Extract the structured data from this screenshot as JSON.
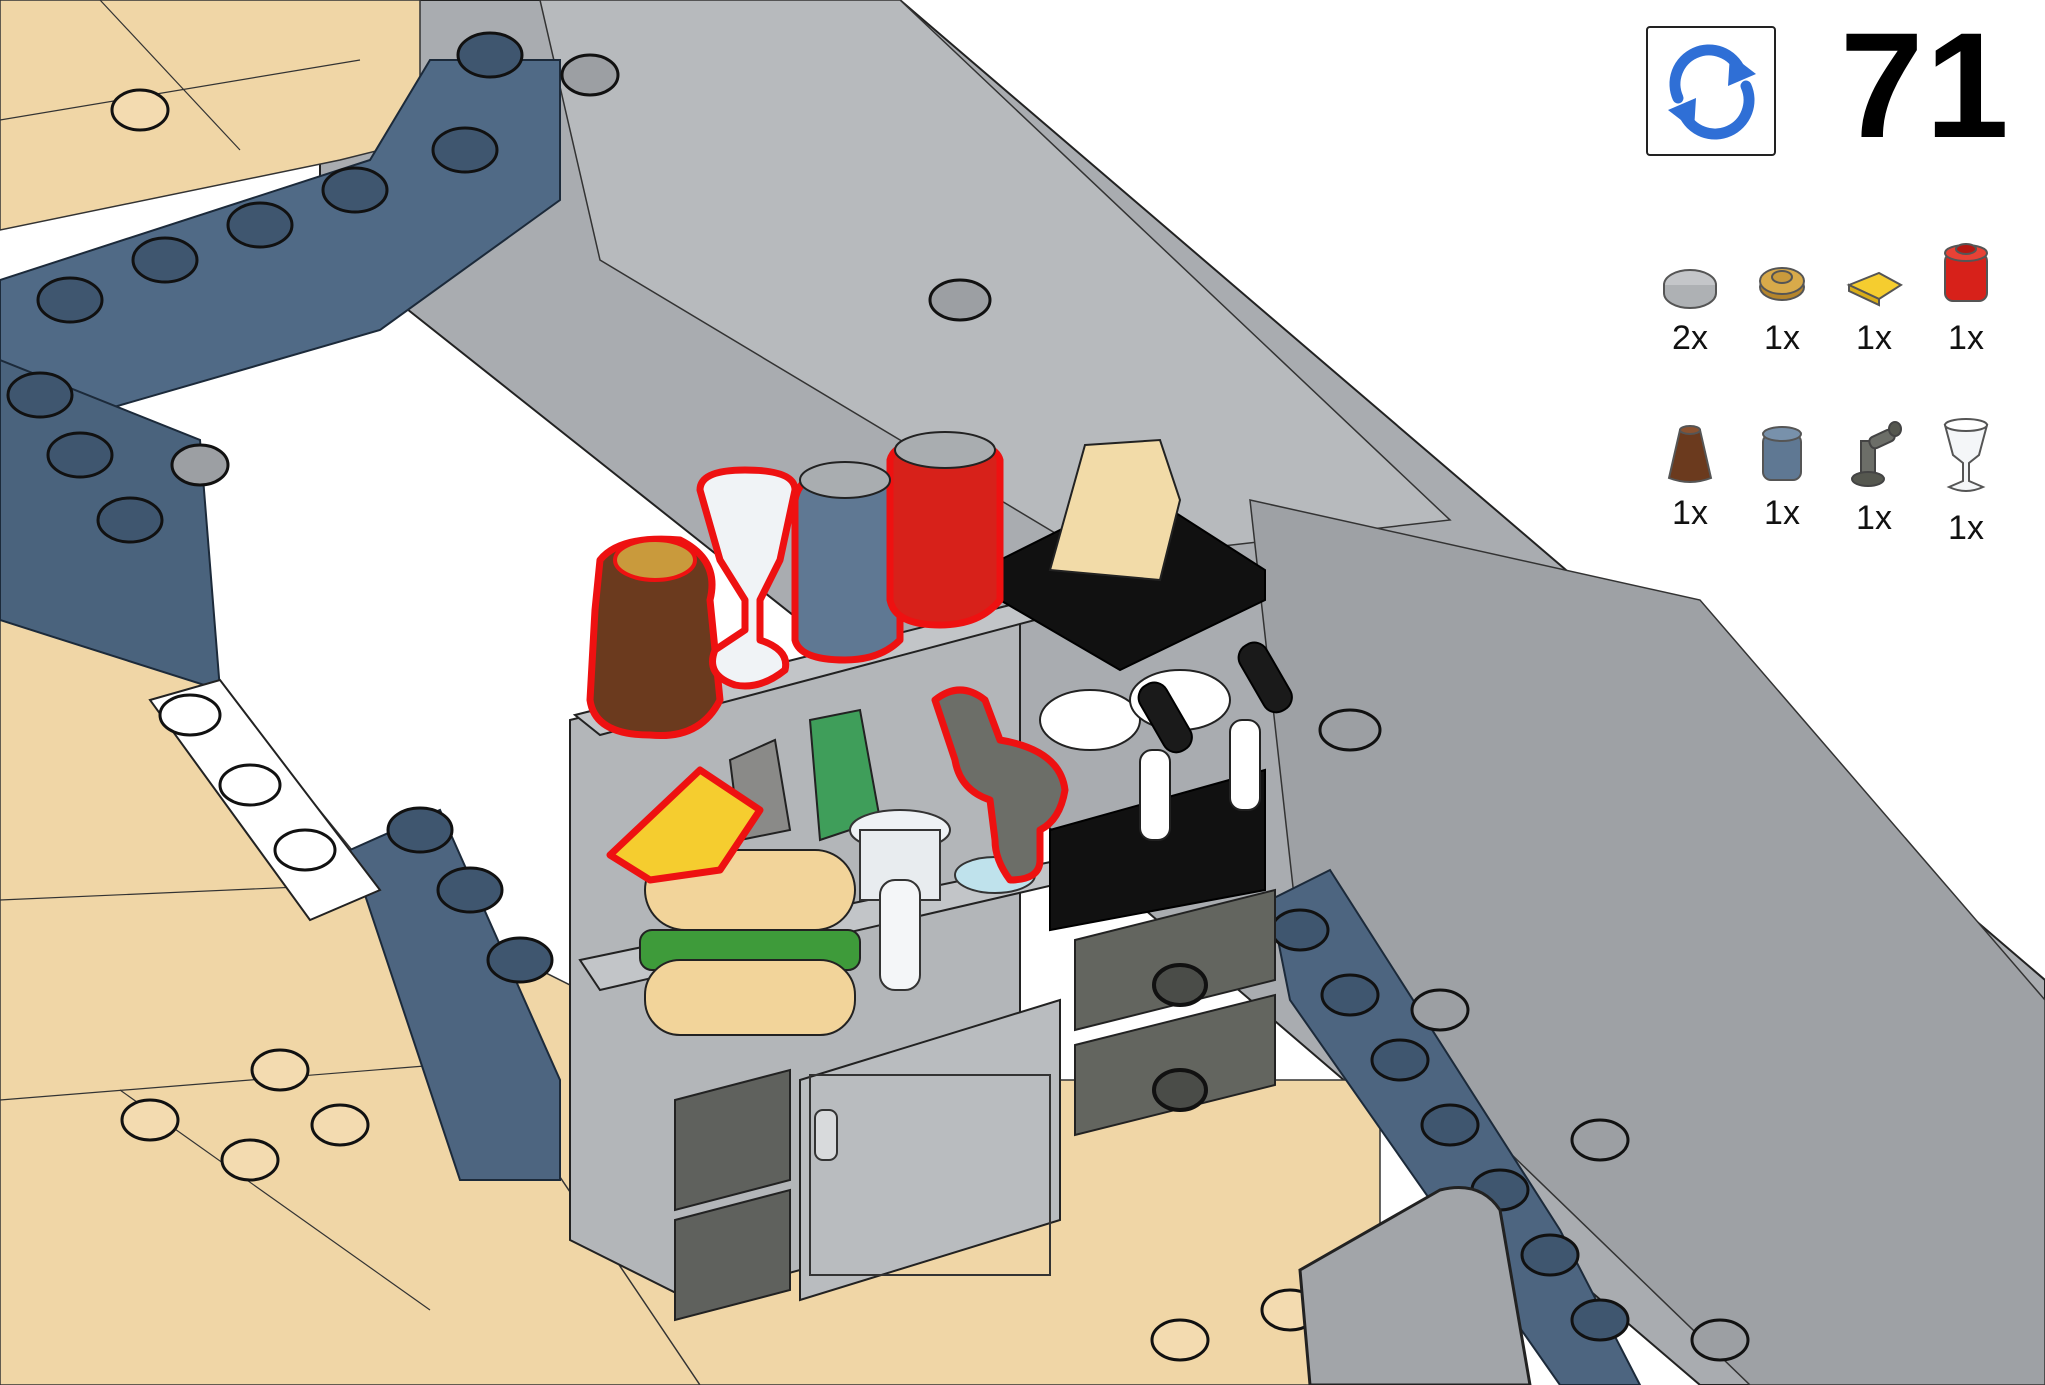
{
  "step": {
    "number": "71"
  },
  "rotate_icon": {
    "name": "rotate-icon",
    "color": "#2f6fd6"
  },
  "parts_list": [
    {
      "name": "light-bluish-gray-round-tile",
      "color": "#c4c6c9",
      "qty": "2x"
    },
    {
      "name": "pearl-gold-round-plate",
      "color": "#c99a3c",
      "qty": "1x"
    },
    {
      "name": "yellow-quarter-tile",
      "color": "#f5cd2f",
      "qty": "1x"
    },
    {
      "name": "red-round-brick",
      "color": "#d7211a",
      "qty": "1x"
    },
    {
      "name": "brown-cone",
      "color": "#6b3a1e",
      "qty": "1x"
    },
    {
      "name": "sand-blue-round-brick",
      "color": "#5f7893",
      "qty": "1x"
    },
    {
      "name": "dark-gray-pipe-faucet",
      "color": "#6c6e68",
      "qty": "1x"
    },
    {
      "name": "clear-goblet",
      "color": "#eef2f5",
      "qty": "1x"
    }
  ],
  "colors": {
    "tan": "#f0d6a6",
    "dark_blue_gray": "#4f6a85",
    "light_gray": "#a6a9ad",
    "highlight": "#e11"
  }
}
